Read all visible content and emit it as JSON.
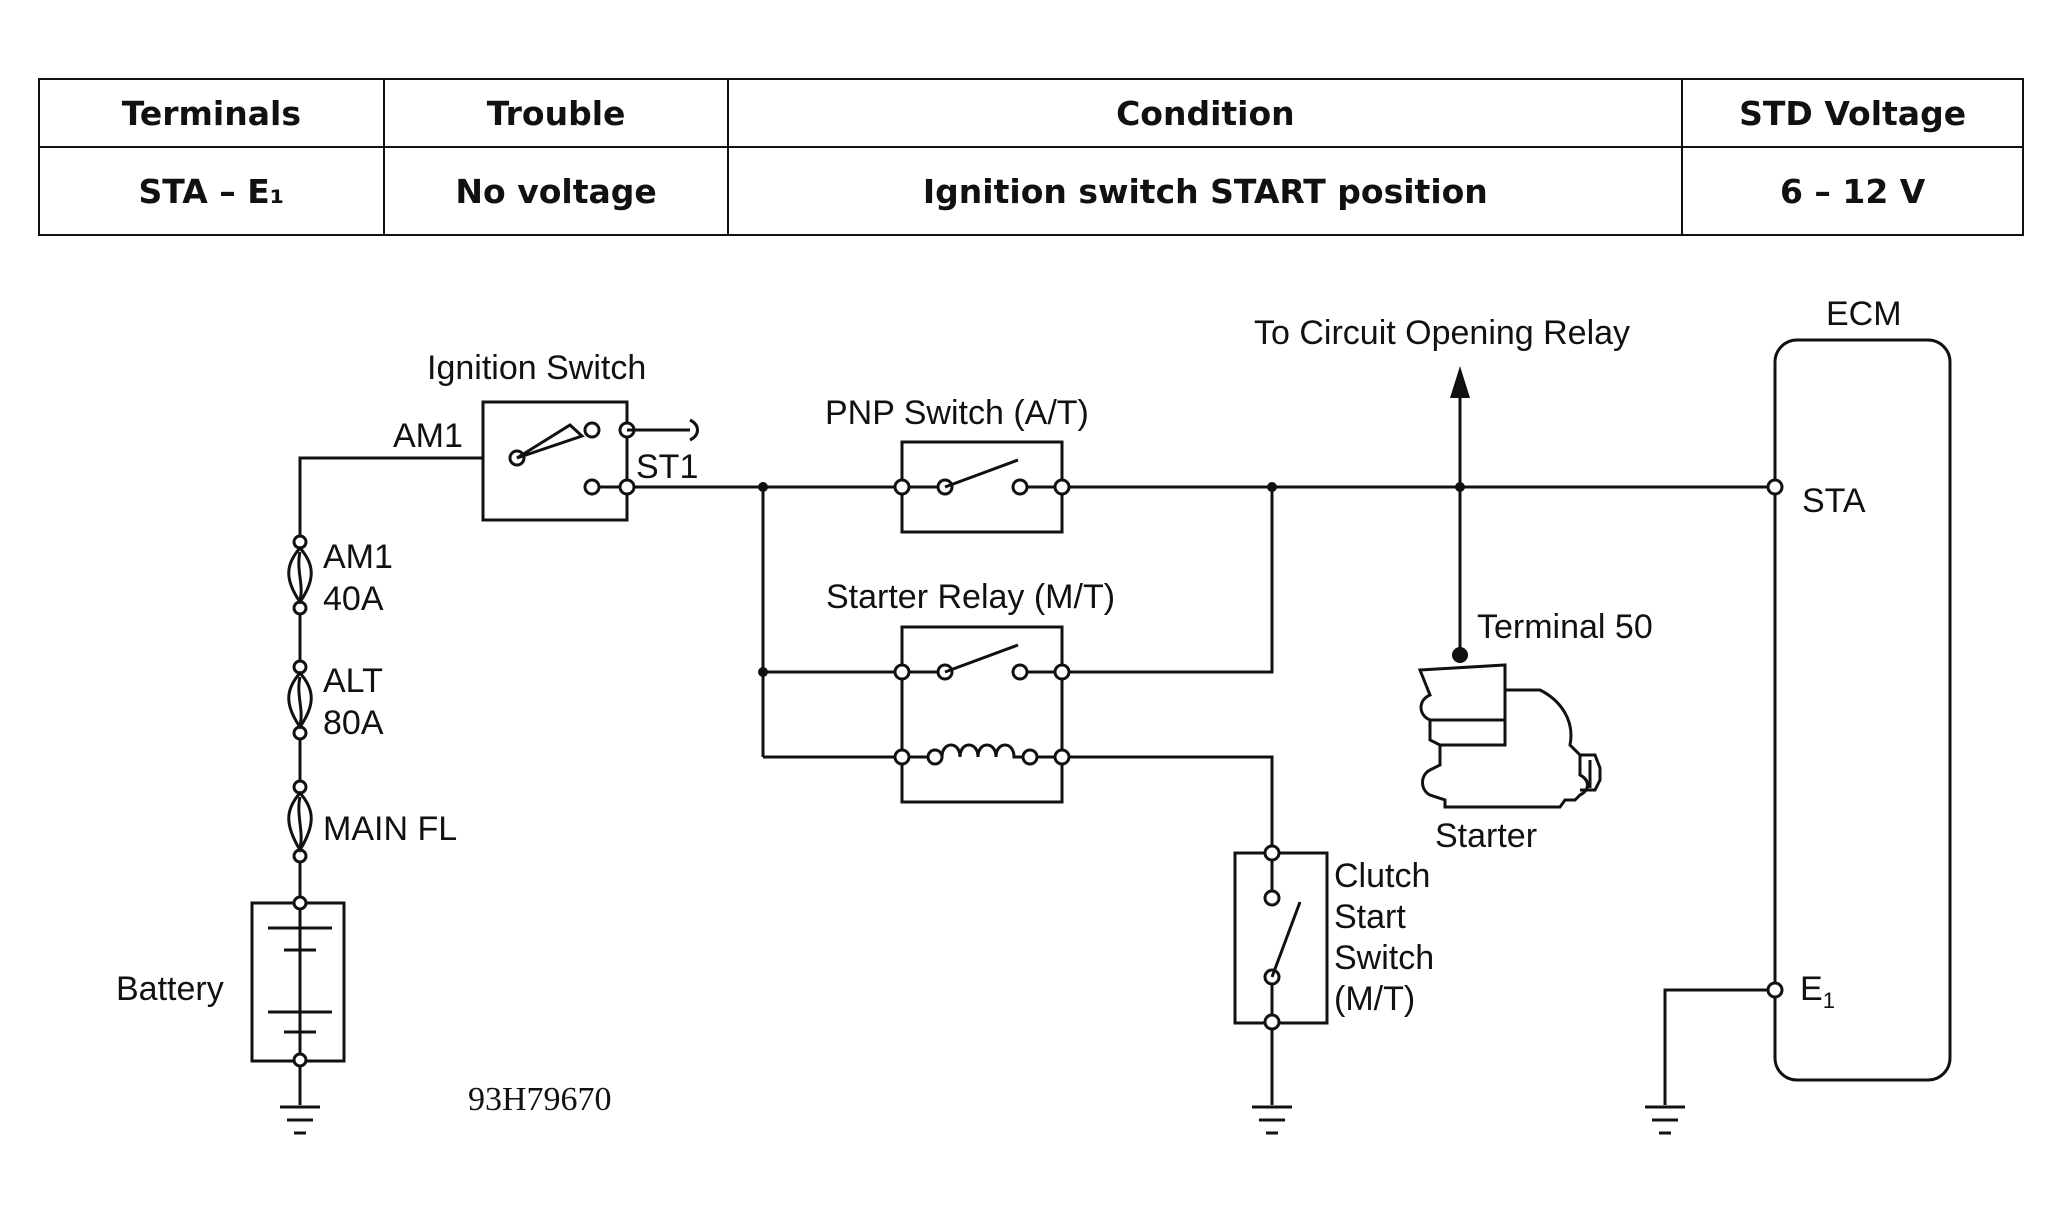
{
  "table": {
    "headers": [
      "Terminals",
      "Trouble",
      "Condition",
      "STD Voltage"
    ],
    "row": {
      "terminals": "STA  –  E₁",
      "trouble": "No voltage",
      "condition": "Ignition switch START position",
      "voltage": "6 – 12 V"
    }
  },
  "diagram": {
    "ignition_switch": "Ignition Switch",
    "am1": "AM1",
    "st1": "ST1",
    "fuse_am1_name": "AM1",
    "fuse_am1_rating": "40A",
    "fuse_alt_name": "ALT",
    "fuse_alt_rating": "80A",
    "fuse_main": "MAIN FL",
    "battery": "Battery",
    "pnp_switch": "PNP Switch (A/T)",
    "starter_relay": "Starter Relay (M/T)",
    "clutch_line1": "Clutch",
    "clutch_line2": "Start",
    "clutch_line3": "Switch",
    "clutch_line4": "(M/T)",
    "to_circuit_opening_relay": "To Circuit Opening Relay",
    "terminal_50": "Terminal 50",
    "starter": "Starter",
    "ecm": "ECM",
    "ecm_sta": "STA",
    "ecm_e1": "E",
    "ecm_e1_sub": "1",
    "figure_code": "93H79670"
  }
}
